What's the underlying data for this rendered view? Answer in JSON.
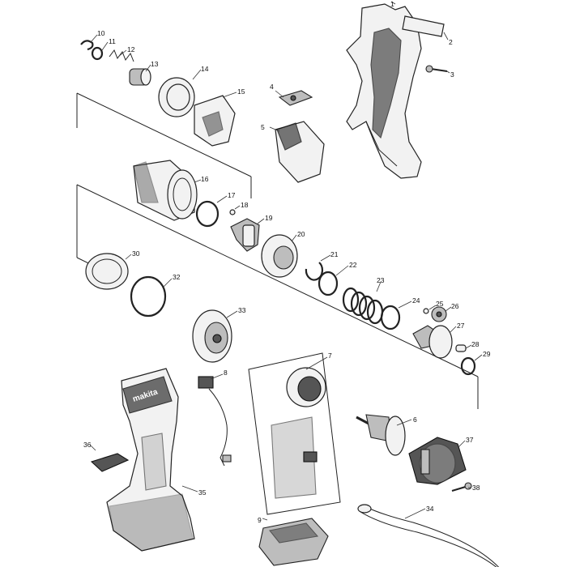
{
  "diagram": {
    "callouts": [
      "1",
      "2",
      "3",
      "4",
      "5",
      "6",
      "7",
      "8",
      "9",
      "10",
      "11",
      "12",
      "13",
      "14",
      "15",
      "16",
      "17",
      "18",
      "19",
      "20",
      "21",
      "22",
      "23",
      "24",
      "25",
      "26",
      "27",
      "28",
      "29",
      "30",
      "32",
      "33",
      "34",
      "35",
      "36",
      "37",
      "38"
    ],
    "brand_mark": "makita"
  }
}
